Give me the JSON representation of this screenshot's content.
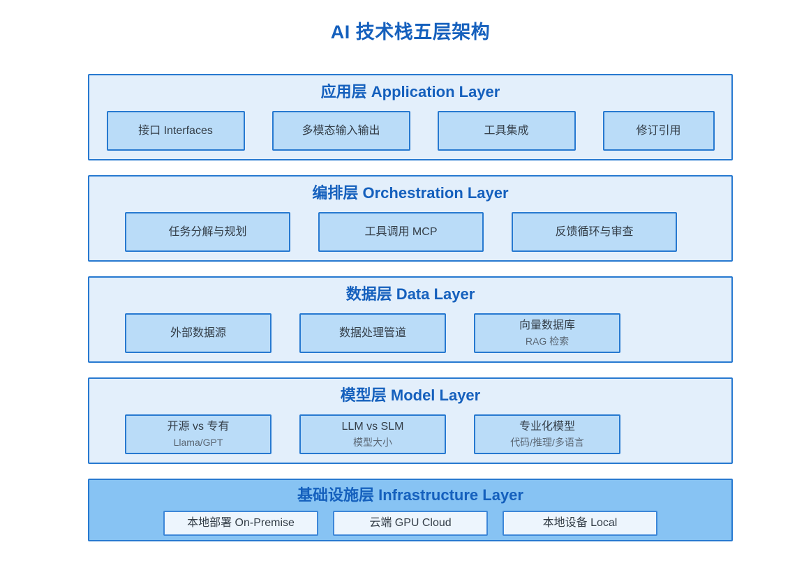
{
  "page": {
    "title": "AI 技术栈五层架构"
  },
  "colors": {
    "page_bg": "#ffffff",
    "title_text": "#1560bd",
    "header_text": "#1560bd",
    "layer_bg": "#e3effb",
    "layer_border": "#2779d0",
    "box_bg": "#badcf8",
    "box_border": "#2779d0",
    "box_text": "#333d47",
    "box_subtext": "#5a6673",
    "infra_bg": "#87c3f3",
    "infra_box_bg": "#edf5fd",
    "infra_box_border": "#3d87d8"
  },
  "layers": [
    {
      "id": "application",
      "title": "应用层 Application Layer",
      "boxes": [
        {
          "label": "接口 Interfaces"
        },
        {
          "label": "多模态输入输出"
        },
        {
          "label": "工具集成"
        },
        {
          "label": "修订引用"
        }
      ]
    },
    {
      "id": "orchestration",
      "title": "编排层 Orchestration Layer",
      "boxes": [
        {
          "label": "任务分解与规划"
        },
        {
          "label": "工具调用 MCP"
        },
        {
          "label": "反馈循环与审查"
        }
      ]
    },
    {
      "id": "data",
      "title": "数据层 Data Layer",
      "boxes": [
        {
          "label": "外部数据源"
        },
        {
          "label": "数据处理管道"
        },
        {
          "label": "向量数据库",
          "sublabel": "RAG 检索"
        }
      ]
    },
    {
      "id": "model",
      "title": "模型层 Model Layer",
      "boxes": [
        {
          "label": "开源 vs 专有",
          "sublabel": "Llama/GPT"
        },
        {
          "label": "LLM vs SLM",
          "sublabel": "模型大小"
        },
        {
          "label": "专业化模型",
          "sublabel": "代码/推理/多语言"
        }
      ]
    },
    {
      "id": "infrastructure",
      "title": "基础设施层 Infrastructure Layer",
      "boxes": [
        {
          "label": "本地部署 On-Premise"
        },
        {
          "label": "云端 GPU Cloud"
        },
        {
          "label": "本地设备 Local"
        }
      ]
    }
  ]
}
